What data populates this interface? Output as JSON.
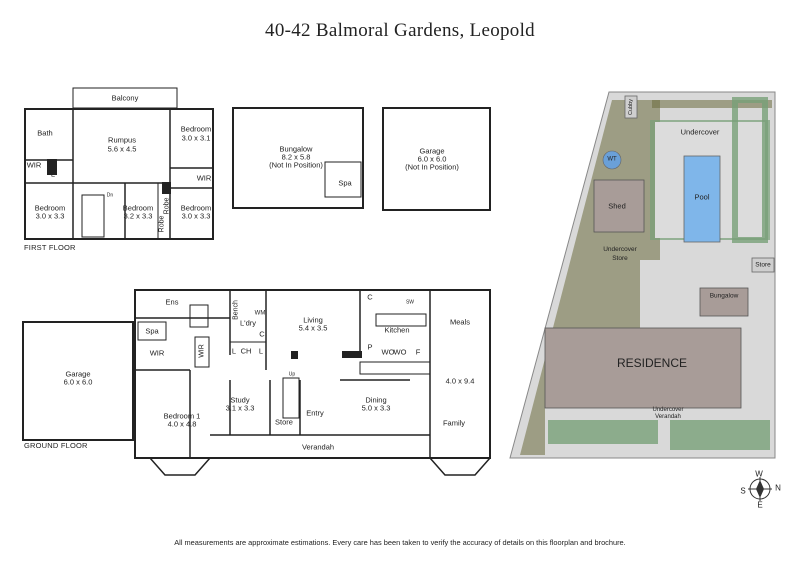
{
  "title": "40-42 Balmoral Gardens, Leopold",
  "footer": "All measurements are approximate estimations. Every care has been taken to verify the accuracy of details on this floorplan and brochure.",
  "first_floor": {
    "label": "FIRST FLOOR",
    "balcony": "Balcony",
    "bath": "Bath",
    "wir": "WIR",
    "l": "L",
    "rumpus": {
      "name": "Rumpus",
      "size": "5.6 x 4.5"
    },
    "bedroom_a": {
      "name": "Bedroom",
      "size": "3.0 x 3.1"
    },
    "wir2": "WIR",
    "bedroom_b": {
      "name": "Bedroom",
      "size": "3.0 x 3.3"
    },
    "bedroom_c": {
      "name": "Bedroom",
      "size": "3.2 x 3.3"
    },
    "bedroom_d": {
      "name": "Bedroom",
      "size": "3.0 x 3.3"
    },
    "robe1": "Robe",
    "robe2": "Robe",
    "dn": "Dn"
  },
  "bungalow": {
    "name": "Bungalow",
    "size": "8.2 x 5.8",
    "note": "(Not In Position)",
    "spa": "Spa"
  },
  "garage_top": {
    "name": "Garage",
    "size": "6.0 x 6.0",
    "note": "(Not In Position)"
  },
  "ground_floor": {
    "label": "GROUND FLOOR",
    "garage": {
      "name": "Garage",
      "size": "6.0 x 6.0"
    },
    "ens": "Ens",
    "spa": "Spa",
    "wir": "WIR",
    "wir2": "WIR",
    "bench": "Bench",
    "ldry": "L'dry",
    "wm": "WM",
    "c1": "C",
    "l1": "L",
    "ch": "CH",
    "l2": "L",
    "living": {
      "name": "Living",
      "size": "5.4 x 3.5"
    },
    "kitchen": "Kitchen",
    "c2": "C",
    "sw": "SW",
    "p": "P",
    "wo1": "WO",
    "wo2": "WO",
    "f": "F",
    "meals": "Meals",
    "bedroom1": {
      "name": "Bedroom 1",
      "size": "4.0 x 4.8"
    },
    "study": {
      "name": "Study",
      "size": "3.1 x 3.3"
    },
    "store": "Store",
    "entry": "Entry",
    "up": "Up",
    "dining": {
      "name": "Dining",
      "size": "5.0 x 3.3"
    },
    "family_size": "4.0 x 9.4",
    "family": "Family",
    "verandah": "Verandah"
  },
  "site": {
    "cubby": "Cubby",
    "undercover": "Undercover",
    "wt": "WT",
    "shed": "Shed",
    "pool": "Pool",
    "undercover_store": "Undercover Store",
    "store": "Store",
    "bungalow": "Bungalow",
    "residence": "RESIDENCE",
    "undercover_verandah": "Undercover Verandah",
    "compass": {
      "n": "N",
      "s": "S",
      "e": "E",
      "w": "W"
    }
  }
}
